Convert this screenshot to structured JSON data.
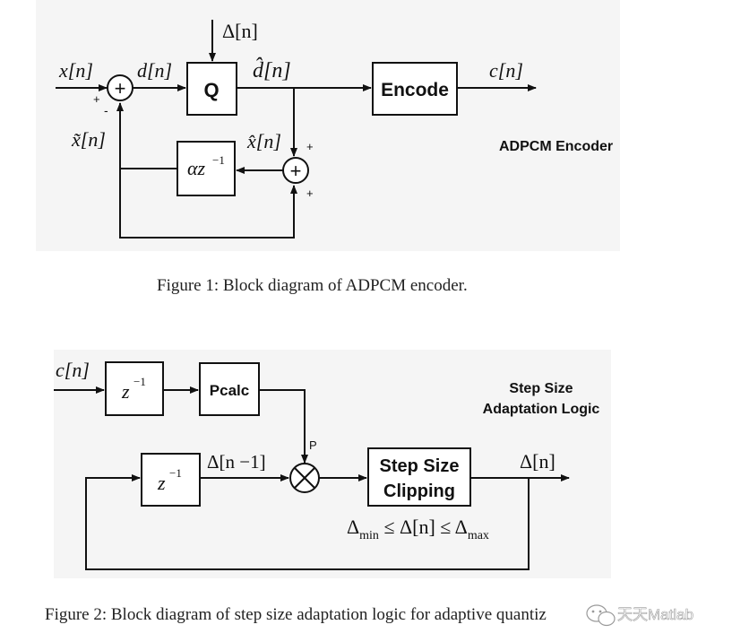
{
  "figure1": {
    "caption": "Figure 1: Block diagram of ADPCM encoder.",
    "title": "ADPCM Encoder",
    "step_input": "Δ[n]",
    "input_signal": "x[n]",
    "error_signal": "d[n]",
    "quantized_error": "d̂[n]",
    "output_signal": "c[n]",
    "reconstructed_signal": "x̂[n]",
    "predicted_signal": "x̃[n]",
    "quantizer_label": "Q",
    "encoder_label": "Encode",
    "predictor_label": "αz",
    "predictor_exponent": "−1",
    "adder1_symbol": "+",
    "adder1_plus": "+",
    "adder1_minus": "-",
    "adder2_symbol": "+",
    "adder2_plus_top": "+",
    "adder2_plus_bottom": "+"
  },
  "figure2": {
    "caption": "Figure 2: Block diagram of step size adaptation logic for adaptive quantiz",
    "title_line1": "Step Size",
    "title_line2": "Adaptation Logic",
    "input_signal": "c[n]",
    "delay1_label": "z",
    "delay1_exponent": "−1",
    "pcalc_label": "Pcalc",
    "p_label": "P",
    "delay2_label": "z",
    "delay2_exponent": "−1",
    "prev_step_label": "Δ[n −1]",
    "multiplier_symbol": "⊗",
    "clipping_line1": "Step Size",
    "clipping_line2": "Clipping",
    "output_signal": "Δ[n]",
    "constraint_delta1": "Δ",
    "constraint_min": "min",
    "constraint_mid": " ≤ Δ[n] ≤ Δ",
    "constraint_max": "max"
  },
  "watermark": {
    "text": "天天Matlab"
  },
  "colors": {
    "panel_bg": "#f5f5f5",
    "line": "#111111",
    "page_bg": "#ffffff"
  }
}
